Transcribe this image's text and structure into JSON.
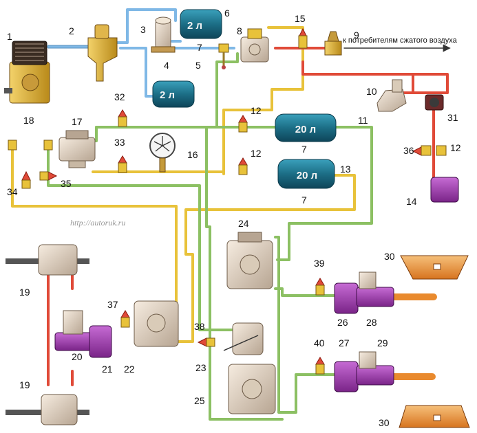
{
  "diagram": {
    "watermark": "http://autoruk.ru",
    "consumers_note": "к потребителям сжатого воздуха",
    "tanks": {
      "small_a": "2 л",
      "small_b": "2 л",
      "large_a": "20 л",
      "large_b": "20 л"
    },
    "labels": {
      "n1": "1",
      "n2": "2",
      "n3": "3",
      "n4": "4",
      "n5": "5",
      "n6": "6",
      "n7a": "7",
      "n7b": "7",
      "n7c": "7",
      "n8": "8",
      "n9": "9",
      "n10": "10",
      "n11": "11",
      "n12a": "12",
      "n12b": "12",
      "n12c": "12",
      "n13": "13",
      "n14": "14",
      "n15": "15",
      "n16": "16",
      "n17": "17",
      "n18": "18",
      "n19a": "19",
      "n19b": "19",
      "n20": "20",
      "n21": "21",
      "n22": "22",
      "n23": "23",
      "n24": "24",
      "n25": "25",
      "n26": "26",
      "n27": "27",
      "n28": "28",
      "n29": "29",
      "n30a": "30",
      "n30b": "30",
      "n31": "31",
      "n32": "32",
      "n33": "33",
      "n34": "34",
      "n35": "35",
      "n36": "36",
      "n37": "37",
      "n38": "38",
      "n39": "39",
      "n40": "40"
    },
    "colors": {
      "line_blue": "#7fb8e6",
      "line_green": "#8cc063",
      "line_yellow": "#e8c23a",
      "line_red": "#e04a38",
      "tank_teal": "#1f6e86",
      "chamber_purple": "#9a3aa8",
      "pad_orange": "#e98a2e"
    }
  }
}
